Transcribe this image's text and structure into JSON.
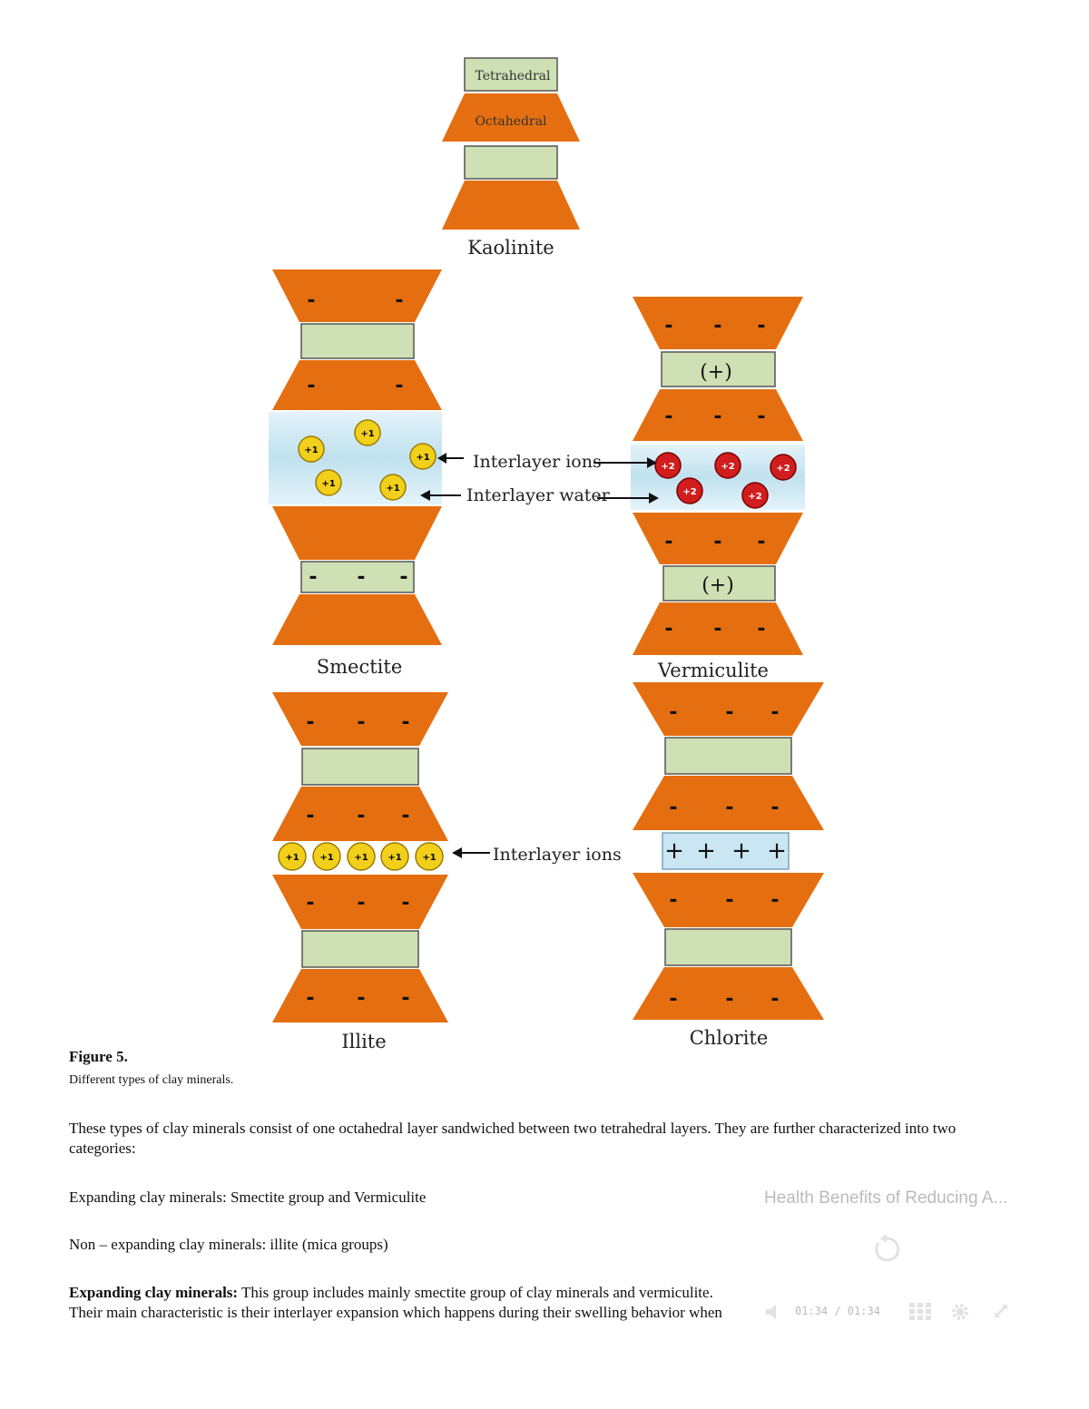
{
  "diagram": {
    "labels": {
      "tetrahedral": "Tetrahedral",
      "octahedral": "Octahedral",
      "kaolinite": "Kaolinite",
      "smectite": "Smectite",
      "vermiculite": "Vermiculite",
      "illite": "Illite",
      "chlorite": "Chlorite"
    },
    "annotations": {
      "interlayer_ions": "Interlayer ions",
      "interlayer_water": "Interlayer water",
      "illite_interlayer_ions": "Interlayer ions"
    },
    "symbols": {
      "minus": "-",
      "plus": "+",
      "plus_paren": "(+)",
      "ion_plus1": "+1",
      "ion_plus2": "+2"
    },
    "colors": {
      "octahedral": "#e56f10",
      "tetrahedral": "#cfe0b4",
      "water": "#c9e6f2",
      "ion_plus1": "#f2cf1a",
      "ion_plus2": "#d11d1d"
    }
  },
  "figure": {
    "title": "Figure 5.",
    "caption": "Different types of clay minerals."
  },
  "body": {
    "paragraph1": "These types of clay minerals consist of one octahedral layer sandwiched between two tetrahedral layers. They are further characterized into two categories:",
    "paragraph2": "Expanding clay minerals: Smectite group and Vermiculite",
    "paragraph3": "Non – expanding clay minerals: illite (mica groups)",
    "paragraph4_bold": "Expanding clay minerals:",
    "paragraph4_rest": " This group includes mainly smectite group of clay minerals and vermiculite. Their main characteristic is their interlayer expansion which happens during their swelling behavior when they are wet."
  },
  "video_player": {
    "title": "Health Benefits of Reducing A...",
    "time": "01:34 / 01:34",
    "icons": [
      "replay-icon",
      "mute-icon",
      "grid-icon",
      "settings-icon",
      "fullscreen-icon"
    ]
  }
}
